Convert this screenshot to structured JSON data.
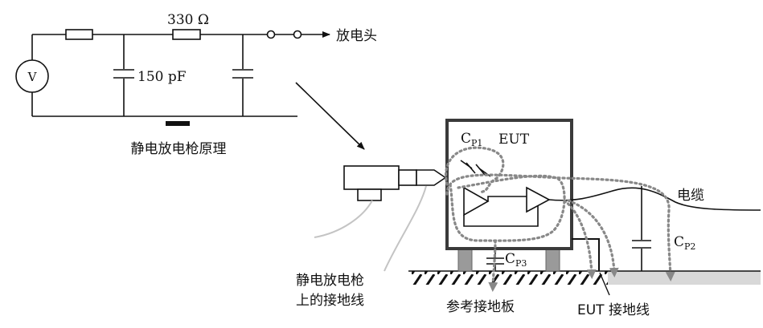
{
  "labels": {
    "resistor_value": "330 Ω",
    "capacitor_value": "150 pF",
    "discharge_tip": "放电头",
    "gun_principle": "静电放电枪原理",
    "voltage_source": "V",
    "eut": "EUT",
    "cable": "电缆",
    "gun_ground_line1": "静电放电枪",
    "gun_ground_line2": "上的接地线",
    "reference_plane": "参考接地板",
    "eut_ground": "EUT 接地线",
    "cp1_main": "C",
    "cp1_sub": "P1",
    "cp2_main": "C",
    "cp2_sub": "P2",
    "cp3_main": "C",
    "cp3_sub": "P3"
  },
  "colors": {
    "line": "#111111",
    "eut_box": "#3a3a3a",
    "dotted_path": "#888888",
    "feet": "#9a9a9a",
    "plane_fill": "#d8d8d8",
    "gun_cable": "#c4c4c4"
  }
}
